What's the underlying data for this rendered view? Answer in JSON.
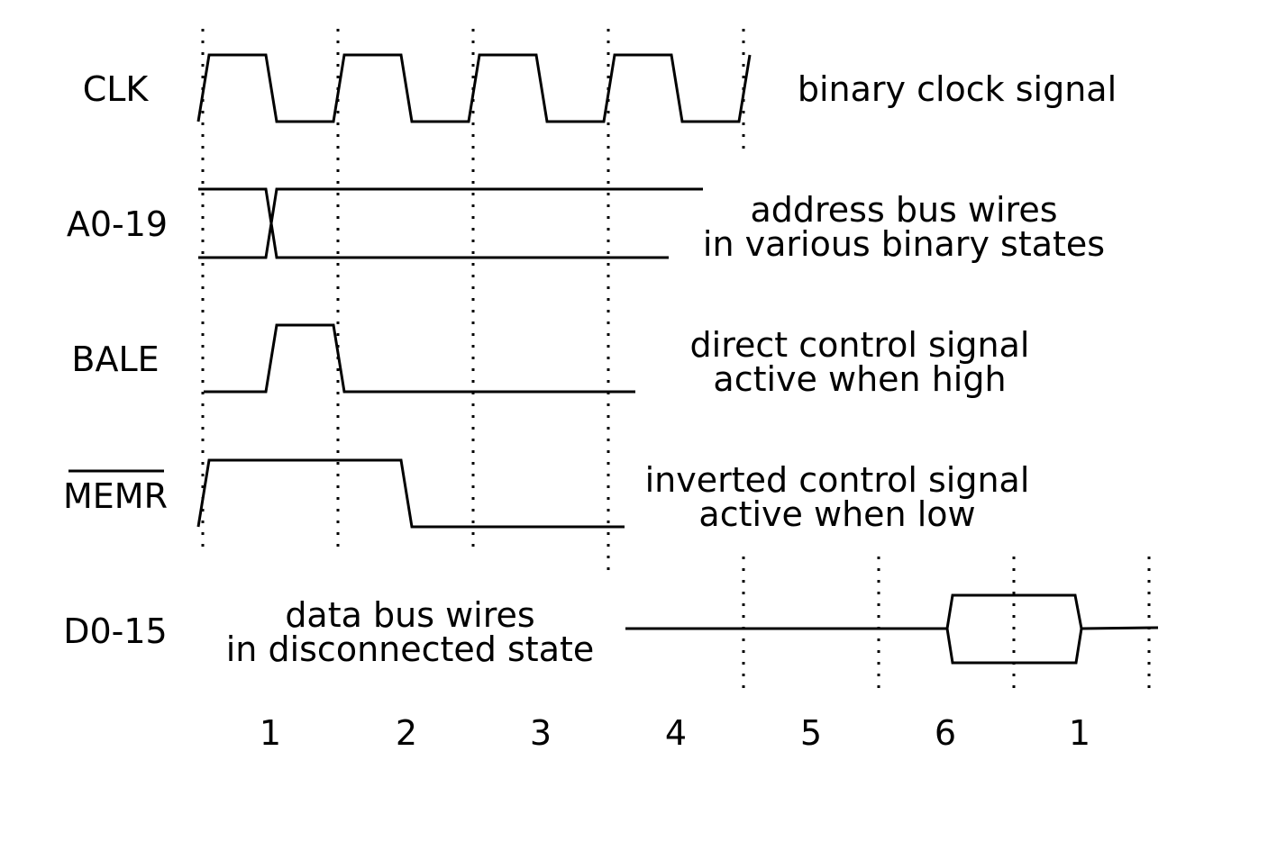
{
  "signals": [
    {
      "label": "CLK",
      "note": [
        "binary clock signal"
      ]
    },
    {
      "label": "A0-19",
      "note": [
        "address bus wires",
        "in various binary states"
      ]
    },
    {
      "label": "BALE",
      "note": [
        "direct control signal",
        "active when high"
      ]
    },
    {
      "label": "MEMR",
      "inverted": true,
      "note": [
        "inverted control signal",
        "active when low"
      ]
    },
    {
      "label": "D0-15",
      "note": [
        "data bus wires",
        "in disconnected state"
      ]
    }
  ],
  "cycles": [
    "1",
    "2",
    "3",
    "4",
    "5",
    "6",
    "1"
  ],
  "colors": {
    "line": "#000000",
    "background": "#ffffff"
  }
}
